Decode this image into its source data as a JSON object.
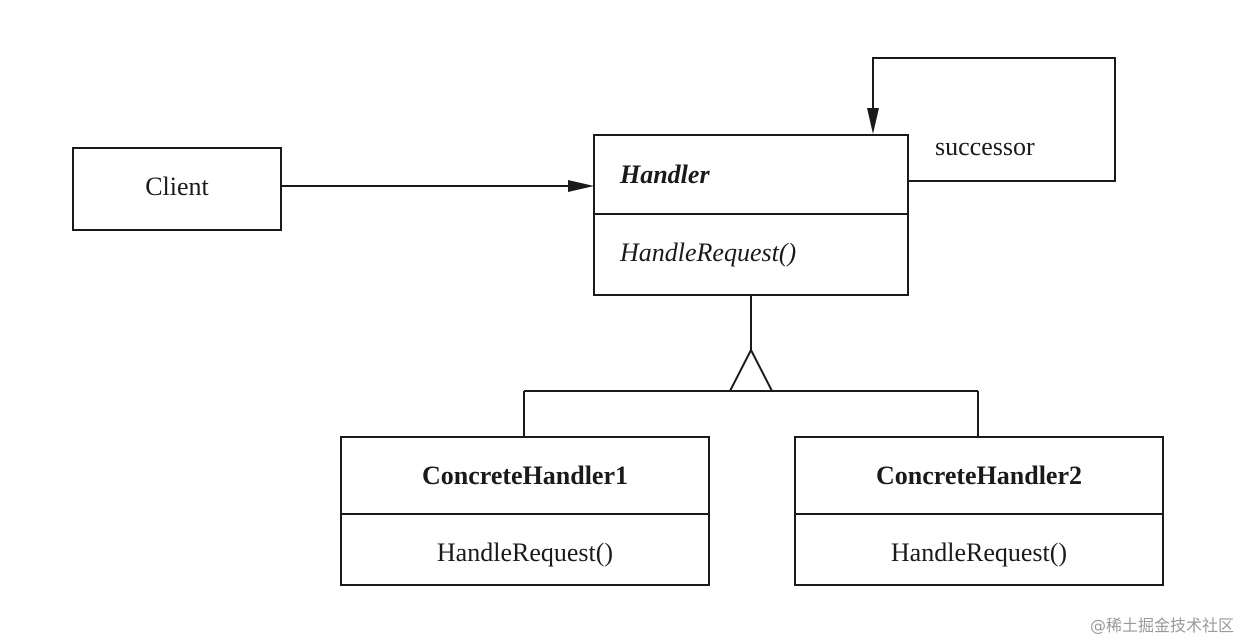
{
  "client": {
    "label": "Client"
  },
  "handler": {
    "name": "Handler",
    "method": "HandleRequest()",
    "association_label": "successor"
  },
  "concrete_handlers": [
    {
      "name": "ConcreteHandler1",
      "method": "HandleRequest()"
    },
    {
      "name": "ConcreteHandler2",
      "method": "HandleRequest()"
    }
  ],
  "watermark": "@稀土掘金技术社区"
}
